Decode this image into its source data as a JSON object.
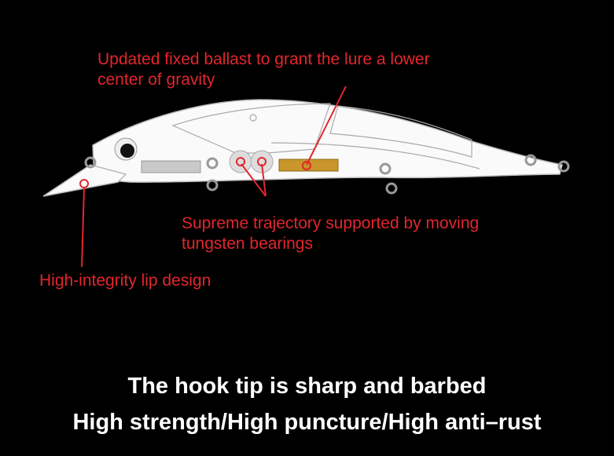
{
  "callouts": {
    "ballast": [
      "Updated fixed ballast to grant the lure a lower",
      "center of gravity"
    ],
    "bearings": [
      "Supreme trajectory supported by moving",
      "tungsten bearings"
    ],
    "lip": "High-integrity lip design"
  },
  "captions": [
    "The hook tip is sharp and barbed",
    "High strength/High puncture/High anti–rust"
  ],
  "colors": {
    "accent": "#e3262d",
    "ballast": "#c8962a",
    "background": "#000000"
  }
}
